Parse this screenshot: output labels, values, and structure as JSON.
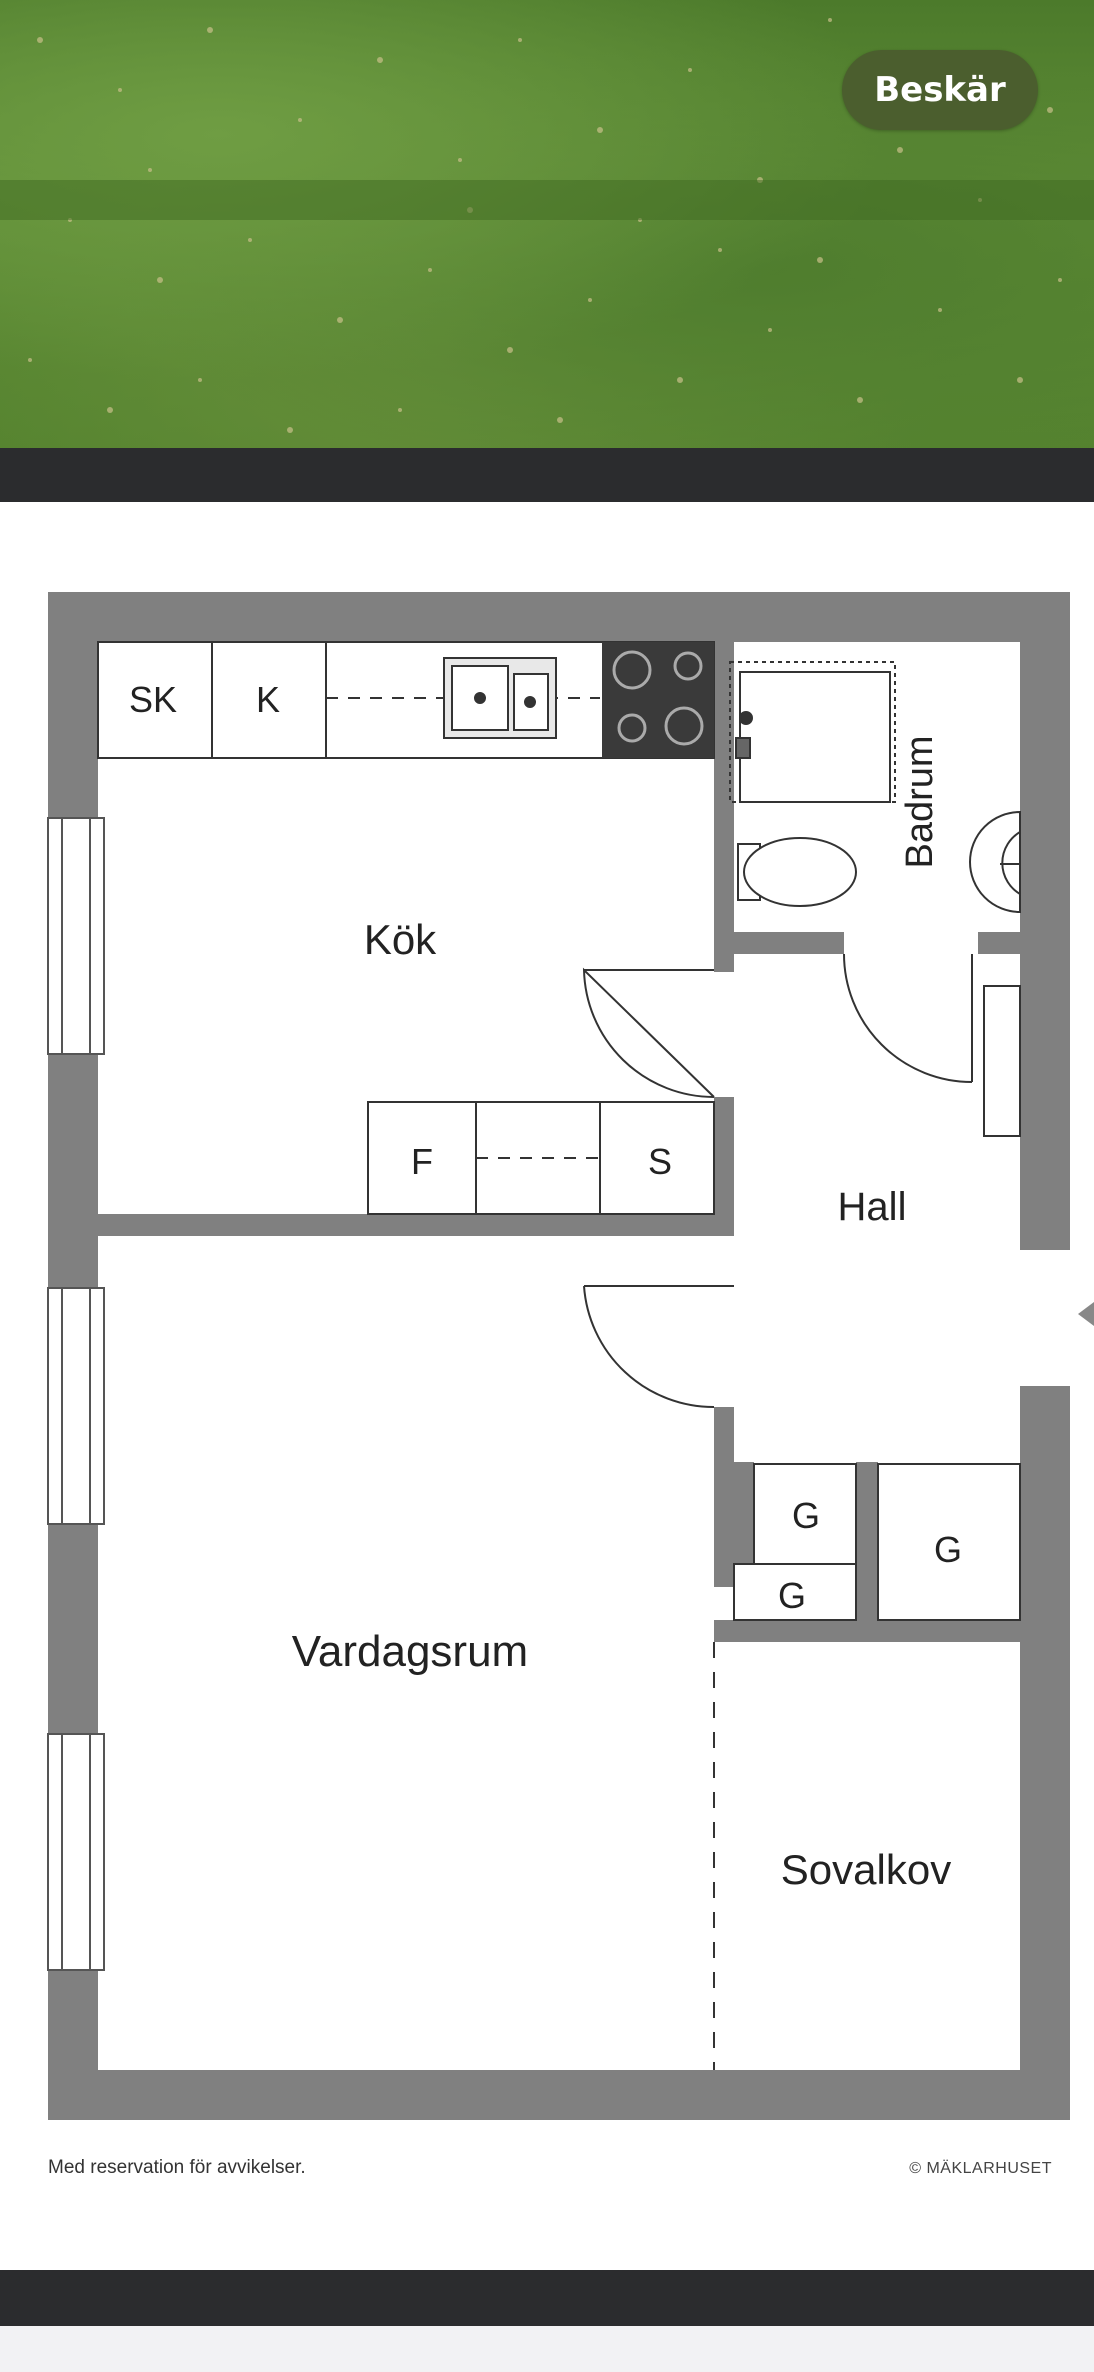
{
  "photo": {
    "crop_label": "Beskär"
  },
  "floorplan": {
    "rooms": {
      "kitchen": "Kök",
      "bathroom": "Badrum",
      "hall": "Hall",
      "living_room": "Vardagsrum",
      "bedroom_alcove": "Sovalkov"
    },
    "fixtures": {
      "broom_closet": "SK",
      "cabinet_k": "K",
      "fridge": "F",
      "freezer": "S",
      "wardrobe_1": "G",
      "wardrobe_2": "G",
      "wardrobe_3": "G"
    },
    "disclaimer": "Med reservation för avvikelser.",
    "copyright": "© MÄKLARHUSET"
  },
  "colors": {
    "wall": "#808080",
    "button_bg": "#4b5e2e",
    "band": "#2b2c2e"
  }
}
